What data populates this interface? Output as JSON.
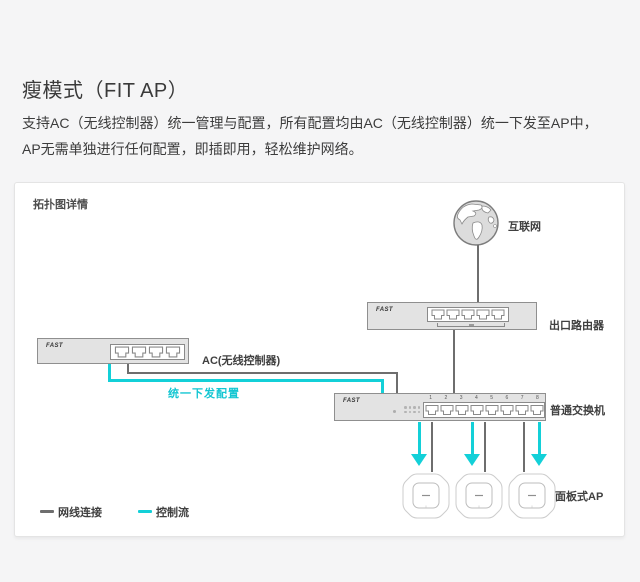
{
  "page": {
    "title": "瘦模式（FIT AP）",
    "description": [
      "支持AC（无线控制器）统一管理与配置，所有配置均由AC（无线控制器）统一下发至AP中，",
      "AP无需单独进行任何配置，即插即用，轻松维护网络。"
    ]
  },
  "diagram": {
    "panel_title": "拓扑图详情",
    "colors": {
      "control_flow": "#13d0d8",
      "cable": "#6e6e6e"
    },
    "nodes": {
      "internet": {
        "label": "互联网"
      },
      "router": {
        "label": "出口路由器",
        "brand": "FAST"
      },
      "ac": {
        "label": "AC(无线控制器)",
        "brand": "FAST"
      },
      "switch": {
        "label": "普通交换机",
        "brand": "FAST",
        "port_numbers": [
          "1",
          "2",
          "3",
          "4",
          "5",
          "6",
          "7",
          "8"
        ]
      },
      "ap": {
        "label": "面板式AP"
      }
    },
    "flow_label": "统一下发配置",
    "legend": {
      "cable": "网线连接",
      "control": "控制流"
    }
  }
}
